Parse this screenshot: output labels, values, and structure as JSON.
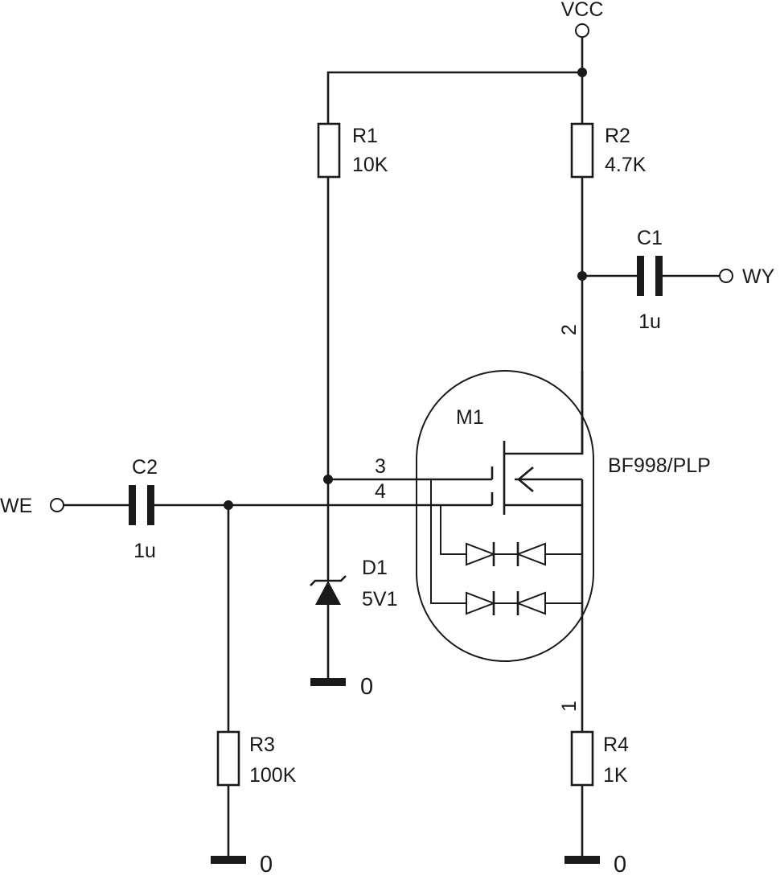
{
  "nets": {
    "vcc": "VCC",
    "input": "WE",
    "output": "WY",
    "ground": "0"
  },
  "components": {
    "r1": {
      "ref": "R1",
      "value": "10K"
    },
    "r2": {
      "ref": "R2",
      "value": "4.7K"
    },
    "r3": {
      "ref": "R3",
      "value": "100K"
    },
    "r4": {
      "ref": "R4",
      "value": "1K"
    },
    "c1": {
      "ref": "C1",
      "value": "1u"
    },
    "c2": {
      "ref": "C2",
      "value": "1u"
    },
    "d1": {
      "ref": "D1",
      "value": "5V1"
    },
    "m1": {
      "ref": "M1",
      "value": "BF998/PLP"
    }
  },
  "pins": {
    "drain": "2",
    "gate1": "3",
    "gate2": "4",
    "source": "1"
  },
  "colors": {
    "ink": "#1a1a1a",
    "background": "#ffffff"
  }
}
